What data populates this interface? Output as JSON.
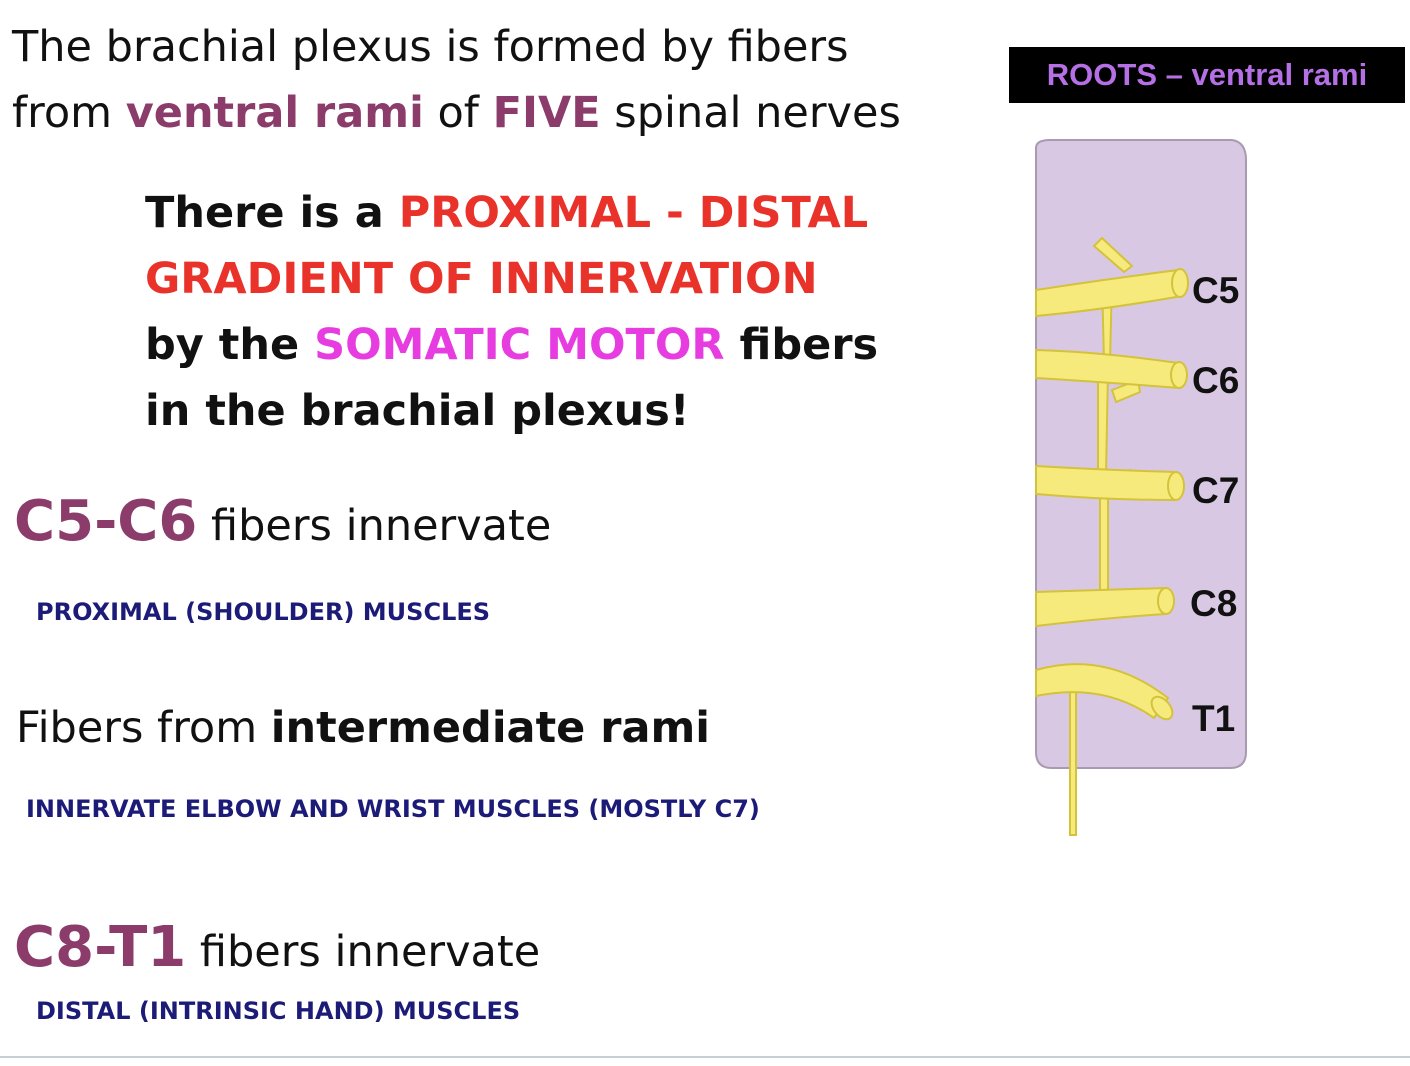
{
  "intro": {
    "line1": "The brachial plexus is formed by fibers",
    "line2_start": "from ",
    "line2_highlight1": "ventral rami",
    "line2_mid": " of ",
    "line2_highlight2": "FIVE",
    "line2_end": " spinal nerves"
  },
  "gradient": {
    "line1_start": "There is a ",
    "line1_highlight": "PROXIMAL - DISTAL",
    "line2_highlight": "GRADIENT OF INNERVATION",
    "line3_start": "by the ",
    "line3_highlight": "SOMATIC MOTOR",
    "line3_end": " fibers",
    "line4": "in the brachial plexus!"
  },
  "c5c6": {
    "label": "C5-C6",
    "text": " fibers innervate",
    "detail": "PROXIMAL (SHOULDER) MUSCLES"
  },
  "intermediate": {
    "start": "Fibers from ",
    "bold": "intermediate rami",
    "detail": "INNERVATE ELBOW AND WRIST MUSCLES (MOSTLY C7)"
  },
  "c8t1": {
    "label": "C8-T1",
    "text": " fibers innervate",
    "detail": "DISTAL (INTRINSIC HAND) MUSCLES"
  },
  "diagram": {
    "title": "ROOTS – ventral rami",
    "root_labels": [
      "C5",
      "C6",
      "C7",
      "C8",
      "T1"
    ],
    "colors": {
      "panel": "#d9c8e4",
      "nerve": "#f6ea7c",
      "nerve_outline": "#d4c23a",
      "title_bg": "#000000",
      "title_text": "#b670e6"
    }
  },
  "colors": {
    "maroon": "#8c3c6a",
    "red": "#e8322a",
    "magenta": "#e63ce0",
    "navy": "#1c1c78"
  }
}
